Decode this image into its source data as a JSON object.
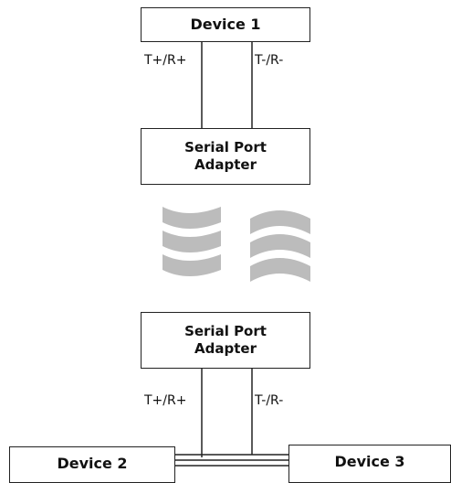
{
  "device1": {
    "label": "Device 1"
  },
  "adapter_top": {
    "line1": "Serial Port",
    "line2": "Adapter"
  },
  "adapter_bottom": {
    "line1": "Serial Port",
    "line2": "Adapter"
  },
  "device2": {
    "label": "Device 2"
  },
  "device3": {
    "label": "Device 3"
  },
  "top_wires": {
    "left_label": "T+/R+",
    "right_label": "T-/R-"
  },
  "bottom_wires": {
    "left_label": "T+/R+",
    "right_label": "T-/R-"
  },
  "colors": {
    "line": "#222222",
    "wireless_waves": "#bcbcbc"
  },
  "icons": {
    "wireless": "wireless-waves-icon"
  }
}
